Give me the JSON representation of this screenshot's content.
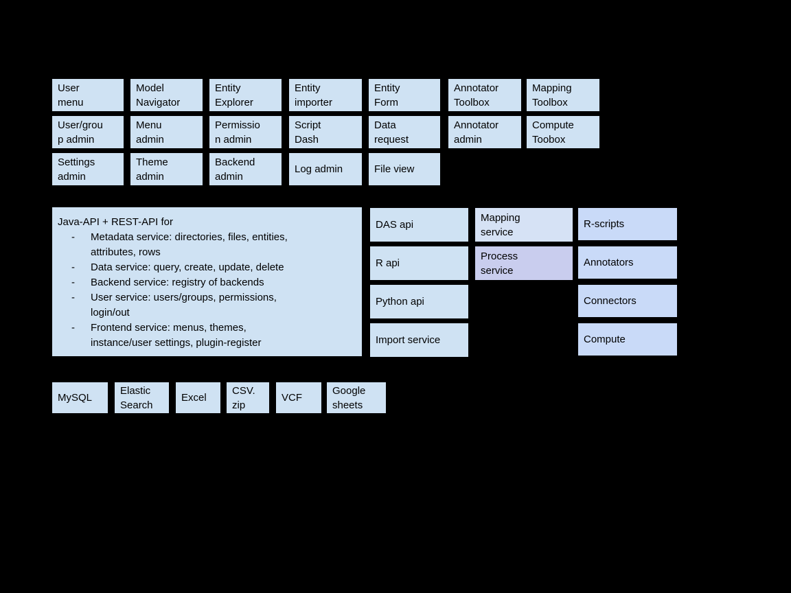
{
  "palette": {
    "bg": "#000000",
    "text": "#000000",
    "box": "#cfe2f3",
    "box-blue": "#c9daf8",
    "box-mapping": "#d6e2f5",
    "box-process": "#c9cdee"
  },
  "plugins": {
    "rows": [
      [
        "User\nmenu",
        "Model\nNavigator",
        "Entity\nExplorer",
        "Entity\nimporter",
        "Entity\nForm",
        "Annotator\nToolbox",
        "Mapping\nToolbox"
      ],
      [
        "User/grou\np admin",
        "Menu\nadmin",
        "Permissio\nn admin",
        "Script\nDash",
        "Data\nrequest",
        "Annotator\nadmin",
        "Compute\nToobox"
      ],
      [
        "Settings\nadmin",
        "Theme\nadmin",
        "Backend\nadmin",
        "Log admin",
        "File view"
      ]
    ]
  },
  "api_box": {
    "title": "Java-API + REST-API for",
    "bullet": "-",
    "items": [
      "Metadata service: directories, files, entities,\nattributes, rows",
      "Data service: query, create, update, delete",
      "Backend service: registry of backends",
      "User service: users/groups, permissions,\nlogin/out",
      "Frontend service: menus, themes,\ninstance/user settings, plugin-register"
    ]
  },
  "api_column": [
    "DAS api",
    "R api",
    "Python api",
    "Import service"
  ],
  "service_column": [
    "Mapping\nservice",
    "Process\nservice"
  ],
  "tool_column": [
    "R-scripts",
    "Annotators",
    "Connectors",
    "Compute"
  ],
  "backends": [
    "MySQL",
    "Elastic\nSearch",
    "Excel",
    "CSV.\nzip",
    "VCF",
    "Google\nsheets"
  ]
}
